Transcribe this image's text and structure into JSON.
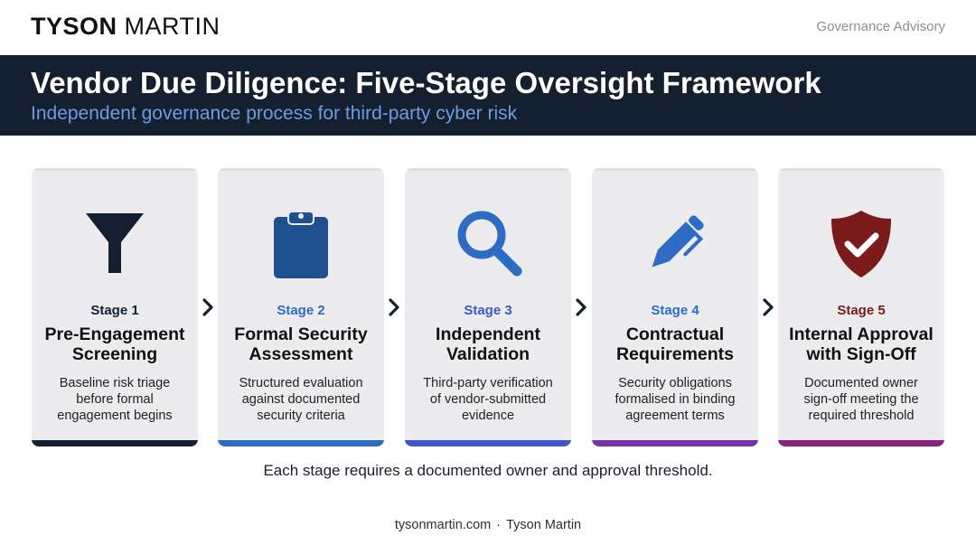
{
  "header": {
    "brand_bold": "TYSON",
    "brand_regular": "MARTIN",
    "tagline": "Governance Advisory"
  },
  "banner": {
    "title": "Vendor Due Diligence: Five-Stage Oversight Framework",
    "subtitle": "Independent governance process for third-party cyber risk"
  },
  "colors": {
    "banner_bg": "#14202f",
    "subtitle": "#6f9be0",
    "stage1": "#14202f",
    "stage2": "#2d6bc4",
    "stage3": "#3b58c8",
    "stage4": "#7b2fa6",
    "stage5": "#8b1f7c",
    "stage5_label": "#7a1a1a"
  },
  "stages": [
    {
      "icon": "funnel-icon",
      "label": "Stage 1",
      "title_line1": "Pre-Engagement",
      "title_line2": "Screening",
      "desc_line1": "Baseline risk triage",
      "desc_line2": "before formal",
      "desc_line3": "engagement begins"
    },
    {
      "icon": "clipboard-icon",
      "label": "Stage 2",
      "title_line1": "Formal Security",
      "title_line2": "Assessment",
      "desc_line1": "Structured evaluation",
      "desc_line2": "against documented",
      "desc_line3": "security criteria"
    },
    {
      "icon": "magnifier-icon",
      "label": "Stage 3",
      "title_line1": "Independent",
      "title_line2": "Validation",
      "desc_line1": "Third-party verification",
      "desc_line2": "of vendor-submitted",
      "desc_line3": "evidence"
    },
    {
      "icon": "pen-icon",
      "label": "Stage 4",
      "title_line1": "Contractual",
      "title_line2": "Requirements",
      "desc_line1": "Security obligations",
      "desc_line2": "formalised in binding",
      "desc_line3": "agreement terms"
    },
    {
      "icon": "shield-check-icon",
      "label": "Stage 5",
      "title_line1": "Internal Approval",
      "title_line2": "with Sign-Off",
      "desc_line1": "Documented owner",
      "desc_line2": "sign-off meeting the",
      "desc_line3": "required threshold"
    }
  ],
  "footnote": "Each stage requires a documented owner and approval threshold.",
  "footer": {
    "site": "tysonmartin.com",
    "separator": "·",
    "name": "Tyson Martin"
  }
}
